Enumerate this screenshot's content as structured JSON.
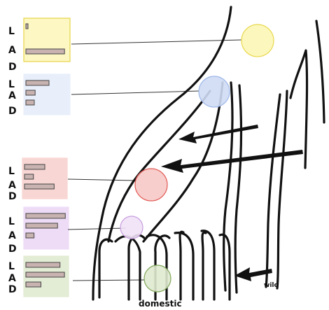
{
  "labels": {
    "domestic": "domestic",
    "wild": "wild"
  },
  "row_letters": [
    "L",
    "A",
    "D"
  ],
  "panels": [
    {
      "color": "#fdf7c3",
      "border": "#e6d44a",
      "circle_fill": "#fcf6b5",
      "circle_stroke": "#e8d84e",
      "bars": [
        0.05,
        0.92
      ]
    },
    {
      "color": "#e8effb",
      "border": "#e8effb",
      "circle_fill": "#cfdcf5",
      "circle_stroke": "#9fb8e8",
      "bars": [
        0.55,
        0.22,
        0.2
      ]
    },
    {
      "color": "#f8d6d3",
      "border": "#f8d6d3",
      "circle_fill": "#f6c9c6",
      "circle_stroke": "#e25a55",
      "bars": [
        0.5,
        0.22,
        0.73
      ]
    },
    {
      "color": "#eedcf7",
      "border": "#eedcf7",
      "circle_fill": "#f0e2f6",
      "circle_stroke": "#c79de0",
      "bars": [
        0.97,
        0.78,
        0.2
      ]
    },
    {
      "color": "#e3ecd4",
      "border": "#e3ecd4",
      "circle_fill": "#dfe9ce",
      "circle_stroke": "#7fa65a",
      "bars": [
        0.84,
        0.95,
        0.37
      ]
    }
  ],
  "colors": {
    "bar_fill": "#c8b3b1",
    "bar_stroke": "#444444",
    "tree": "#111111"
  }
}
